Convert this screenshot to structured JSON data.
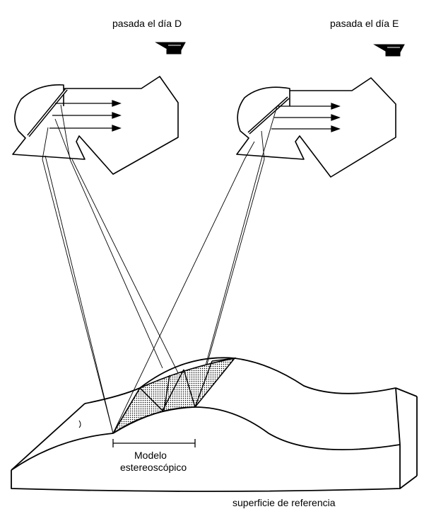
{
  "labels": {
    "pass_d": "pasada el día D",
    "pass_e": "pasada el día E",
    "model_line1": "Modelo",
    "model_line2": "estereoscópico",
    "reference_surface": "superficie de referencia"
  },
  "colors": {
    "ink": "#000000",
    "overlap_fill": "#c9c9c9",
    "background": "#ffffff"
  }
}
